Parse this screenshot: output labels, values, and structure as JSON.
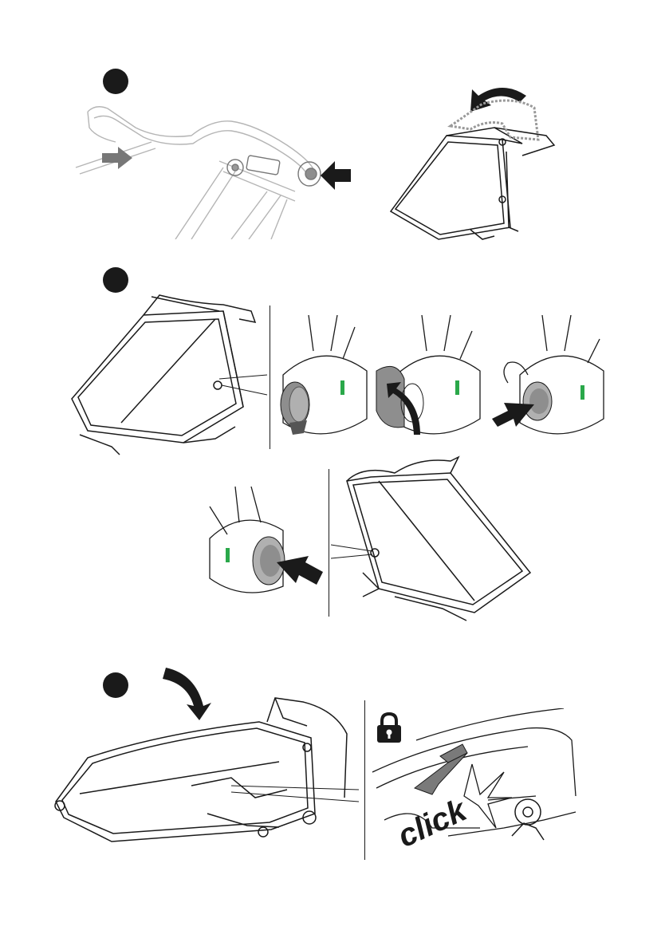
{
  "document": {
    "type": "assembly-instructions",
    "steps": [
      {
        "marker": "step-badge"
      },
      {
        "marker": "step-badge"
      },
      {
        "marker": "step-badge"
      }
    ],
    "click_label": "click",
    "colors": {
      "ink": "#1a1a1a",
      "light_ink": "#b0b0b0",
      "grey_arrow": "#777777",
      "indicator_green": "#2aa84a",
      "button_grey": "#8e8e8e",
      "lever_grey": "#7a7a7a"
    },
    "icons": [
      "lock-icon",
      "arrow-icon",
      "curved-arrow-icon"
    ]
  }
}
